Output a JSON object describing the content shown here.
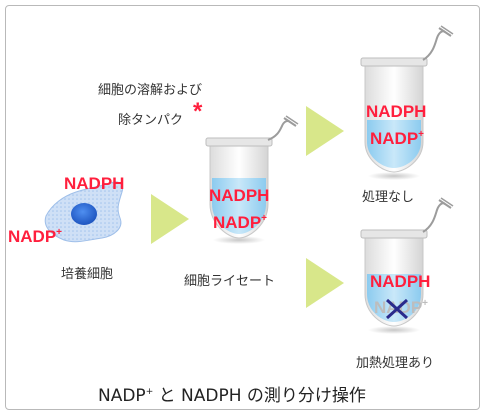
{
  "colors": {
    "red": "#ff1f3d",
    "cell_blue": "#2e6fd8",
    "liquid": "#a9d7f2",
    "arrow": "#d8e78a",
    "cross": "#2a2a8c"
  },
  "cell": {
    "nadph": "NADPH",
    "nadp_base": "NADP",
    "nadp_sup": "+",
    "label": "培養細胞"
  },
  "process_note": {
    "line1": "細胞の溶解および",
    "line2": "除タンパク",
    "asterisk": "*"
  },
  "lysate": {
    "nadph": "NADPH",
    "nadp_base": "NADP",
    "nadp_sup": "+",
    "label": "細胞ライセート"
  },
  "untreated": {
    "nadph": "NADPH",
    "nadp_base": "NADP",
    "nadp_sup": "+",
    "label": "処理なし"
  },
  "heated": {
    "nadph": "NADPH",
    "nadp_base": "NADP",
    "nadp_sup": "+",
    "label": "加熱処理あり"
  },
  "caption": {
    "part1": "NADP",
    "sup": "+",
    "part2": " と NADPH の測り分け操作"
  }
}
